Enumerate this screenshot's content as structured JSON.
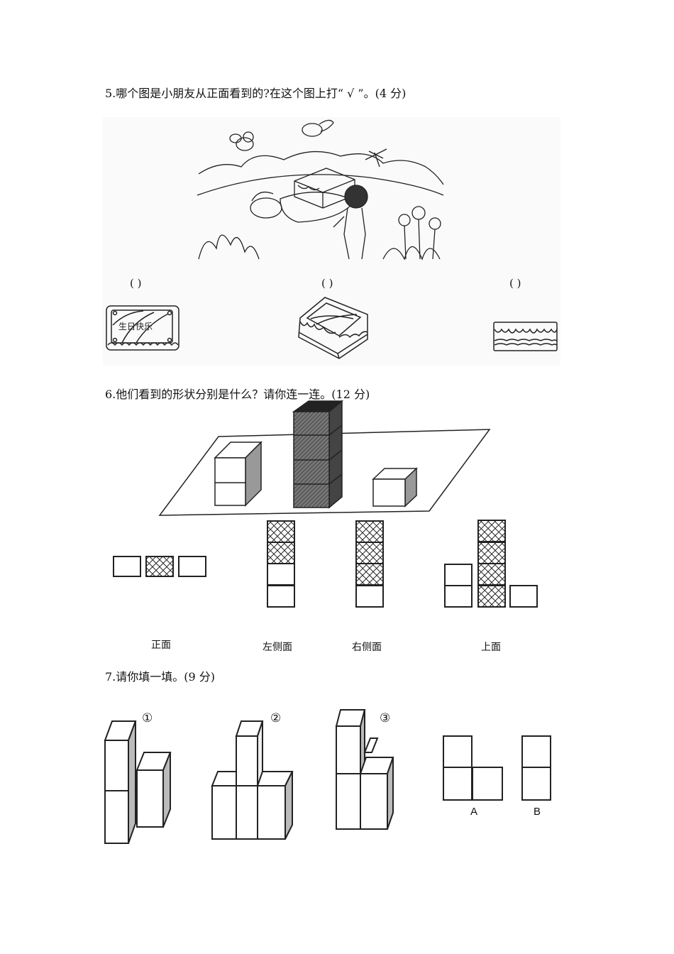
{
  "q5": {
    "title": "5.哪个图是小朋友从正面看到的?在这个图上打“ √ ”。(4 分)",
    "parens": [
      "(     )",
      "(     )",
      "(     )"
    ],
    "cake_text": "生日快乐",
    "options": [
      "cake-front-view",
      "cake-perspective-view",
      "cake-side-view"
    ]
  },
  "q6": {
    "title": "6.他们看到的形状分别是什么？请你连一连。(12 分)",
    "views": [
      {
        "label": "正面"
      },
      {
        "label": "左侧面"
      },
      {
        "label": "右侧面"
      },
      {
        "label": "上面"
      }
    ]
  },
  "q7": {
    "title": "7.请你填一填。(9 分)",
    "figures": [
      "①",
      "②",
      "③"
    ],
    "shapes": [
      {
        "label": "A"
      },
      {
        "label": "B"
      }
    ]
  }
}
